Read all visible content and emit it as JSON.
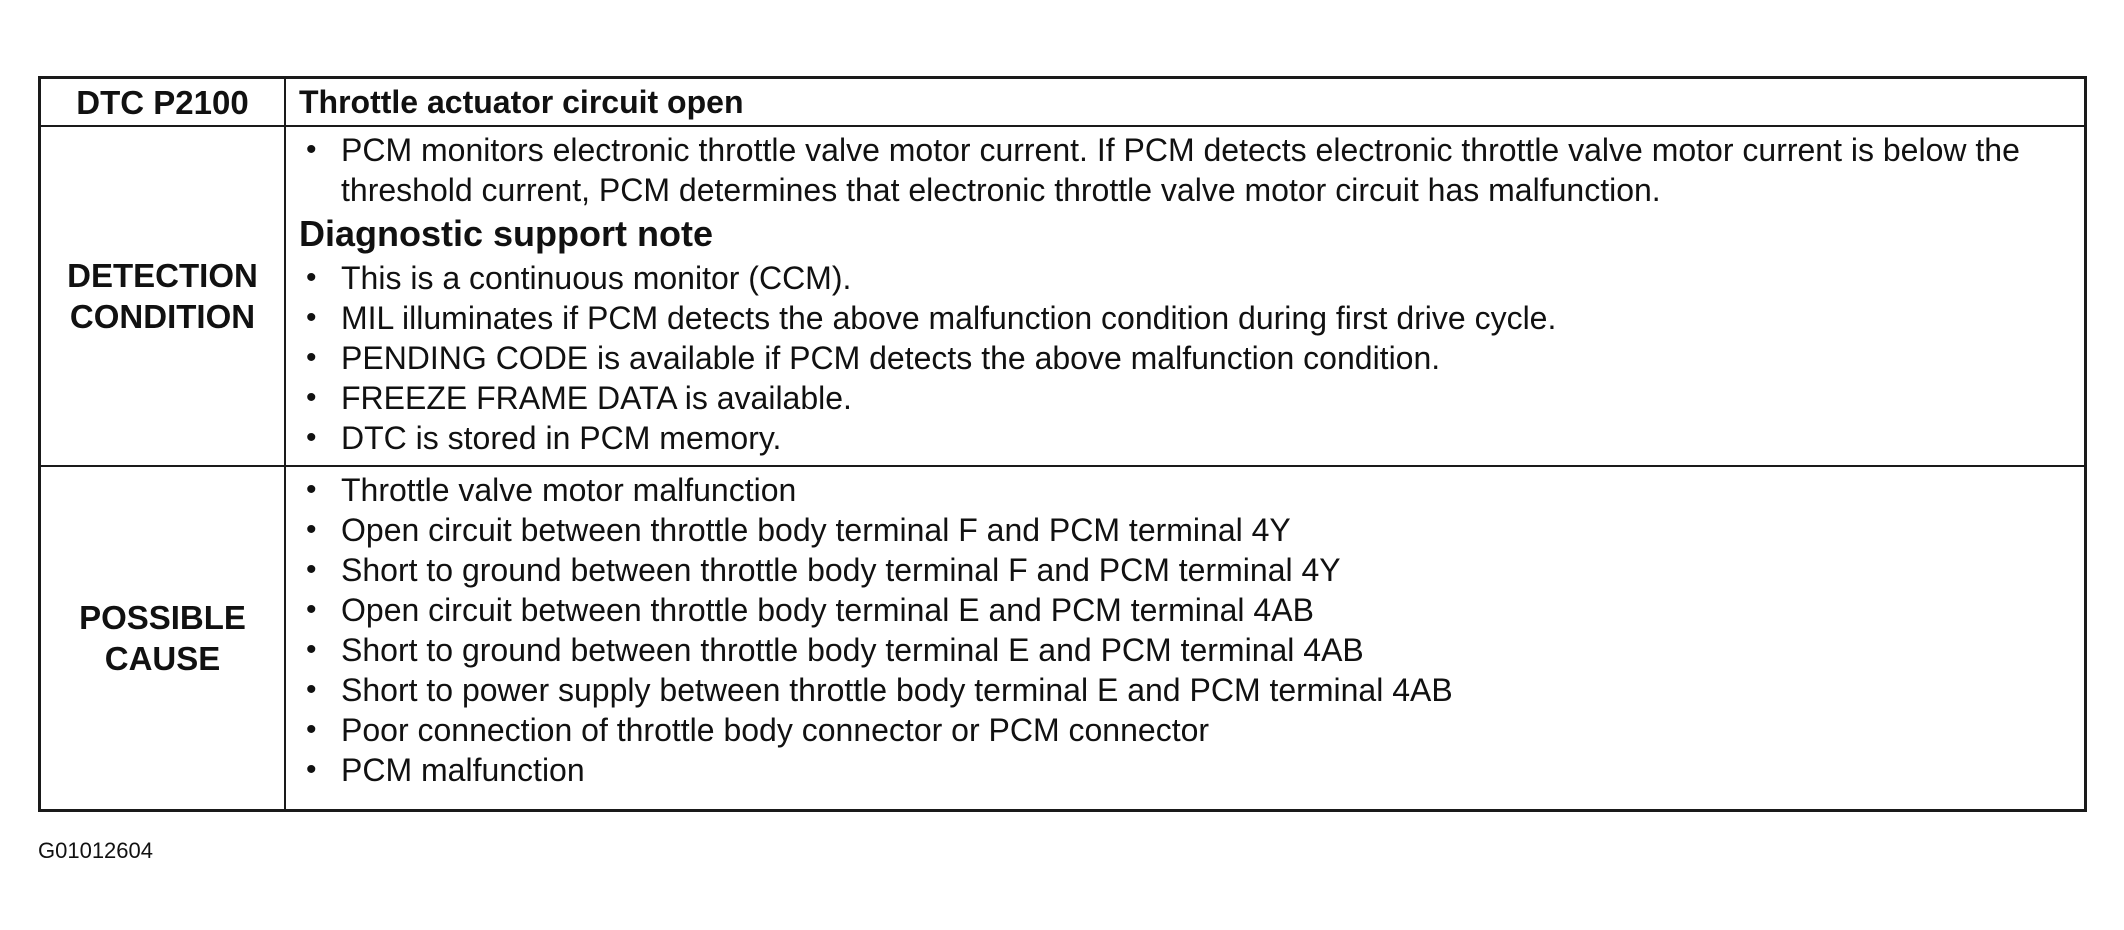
{
  "table": {
    "header": {
      "label": "DTC P2100",
      "title": "Throttle actuator circuit open"
    },
    "detection": {
      "label": "DETECTION\nCONDITION",
      "intro_items": [
        "PCM monitors electronic throttle valve motor current. If PCM detects electronic throttle valve motor current is below the threshold current, PCM determines that electronic throttle valve motor circuit has malfunction."
      ],
      "support_heading": "Diagnostic support note",
      "support_items": [
        "This is a continuous monitor (CCM).",
        "MIL illuminates if PCM detects the above malfunction condition during first drive cycle.",
        "PENDING CODE is available if PCM detects the above malfunction condition.",
        "FREEZE FRAME DATA is available.",
        "DTC is stored in PCM memory."
      ]
    },
    "possible_cause": {
      "label": "POSSIBLE\nCAUSE",
      "items": [
        "Throttle valve motor malfunction",
        "Open circuit between throttle body terminal F and PCM terminal 4Y",
        "Short to ground between throttle body terminal F and PCM terminal 4Y",
        "Open circuit between throttle body terminal E and PCM terminal 4AB",
        "Short to ground between throttle body terminal E and PCM terminal 4AB",
        "Short to power supply between throttle body terminal E and PCM terminal 4AB",
        "Poor connection of throttle body connector or PCM connector",
        "PCM malfunction"
      ]
    }
  },
  "figure_code": "G01012604"
}
